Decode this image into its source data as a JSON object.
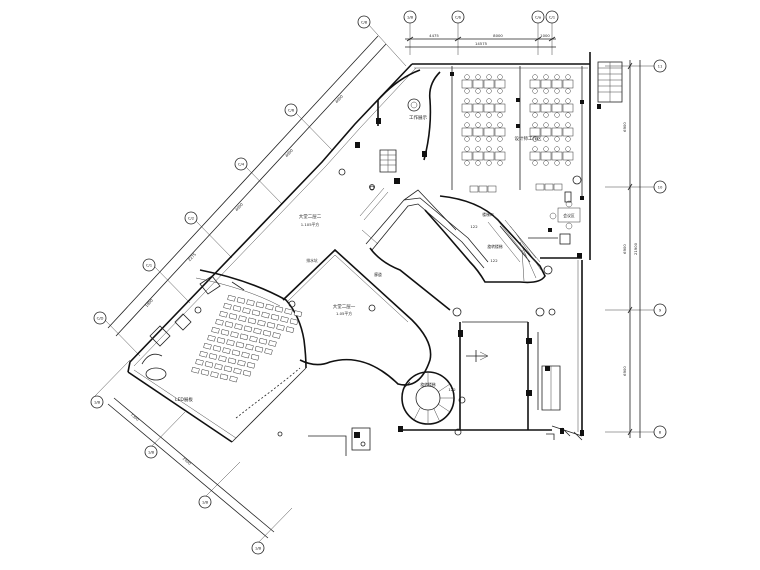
{
  "axis_labels": {
    "top": [
      "1/B",
      "C/b",
      "C/a",
      "C/1"
    ],
    "diagonal_upper": [
      "C/8",
      "C/6",
      "C/4",
      "C/2",
      "C/1",
      "C/D"
    ],
    "diagonal_lower": [
      "1/B",
      "1/B",
      "1/B",
      "1/B"
    ],
    "right": [
      "11",
      "10",
      "9",
      "8"
    ]
  },
  "dimensions": {
    "top": [
      "4475",
      "8000",
      "1000"
    ],
    "top_total": "14575",
    "diagonal": [
      "4000",
      "4000",
      "4000",
      "2275",
      "1800"
    ],
    "right": [
      "6900",
      "6900",
      "6900"
    ],
    "right_total": "21900",
    "lower": [
      "7300",
      "2400"
    ]
  },
  "rooms": {
    "hall_upper": "大堂二层二",
    "hall_upper_sub": "1.105平方",
    "hall_main": "大堂二层一",
    "hall_main_sub": "1.05平方",
    "office": "设计师工作区",
    "reception": "工作展示",
    "meeting": "会议区",
    "led": "LED展板",
    "corridor": "廊道",
    "stair_upper": "楼梯口",
    "stair_mid": "旋转楼梯",
    "stair_lower": "旋转楼梯",
    "stair_tag_upper": "122",
    "stair_tag_mid": "122",
    "stair_tag_lower": "122",
    "flood": "排水坑"
  }
}
